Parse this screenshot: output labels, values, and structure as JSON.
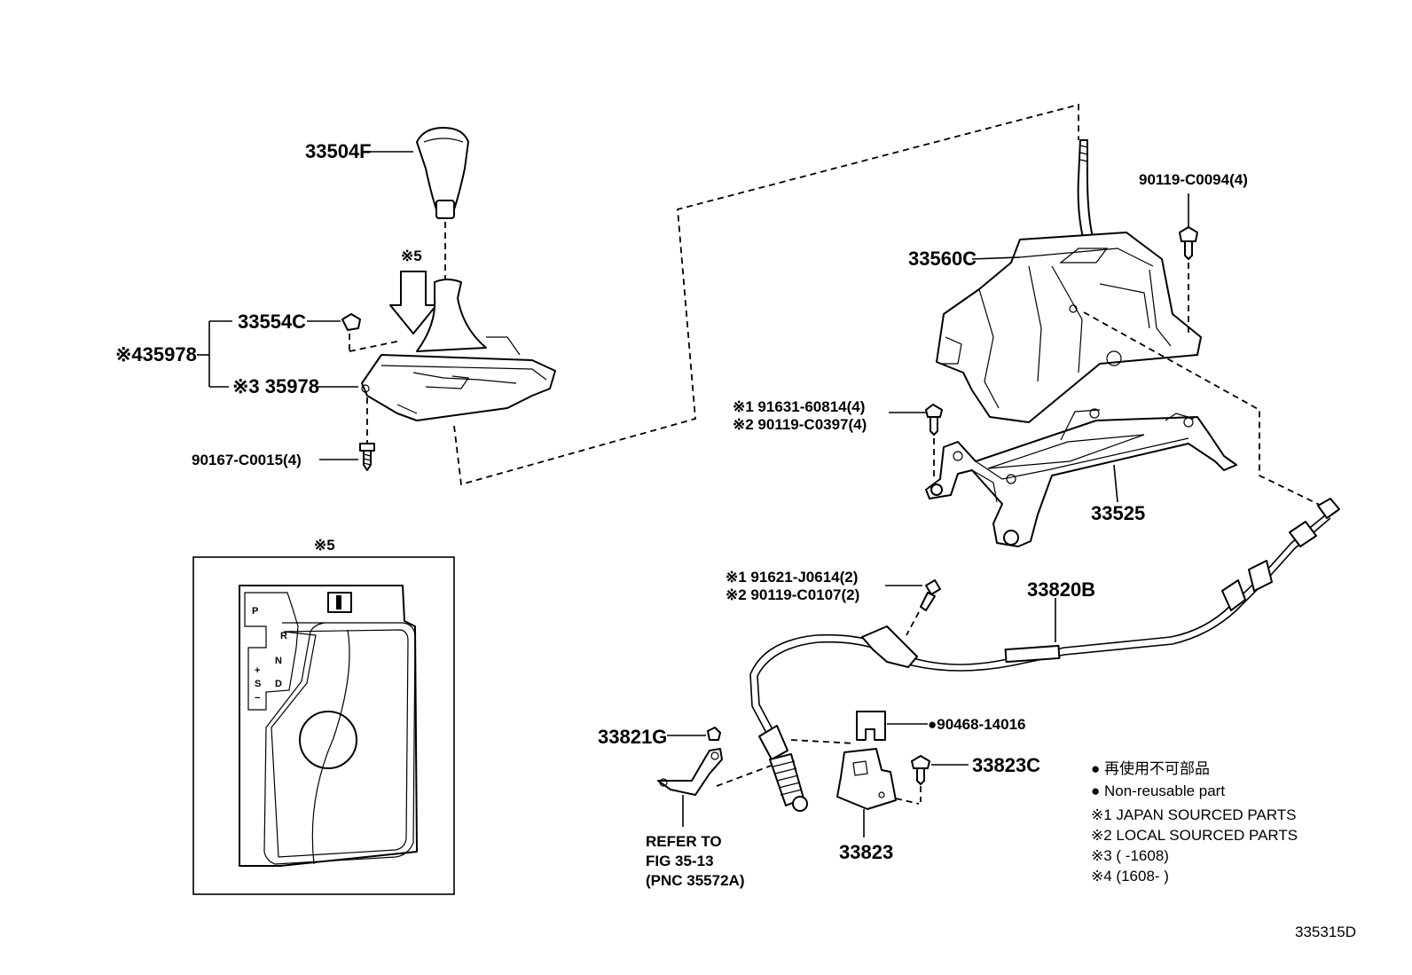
{
  "labels": {
    "knob": "33504F",
    "mark5_top": "※5",
    "p33554c": "33554C",
    "p35978_4": "※435978",
    "p35978_3": "※3 35978",
    "screw_90167": "90167-C0015(4)",
    "p33560c": "33560C",
    "bolt_90119_c0094": "90119-C0094(4)",
    "bolt_91631": "※1 91631-60814(4)",
    "bolt_90119_c0397": "※2 90119-C0397(4)",
    "p33525": "33525",
    "mark5_box": "※5",
    "bolt_91621": "※1 91621-J0614(2)",
    "bolt_90119_c0107": "※2 90119-C0107(2)",
    "p33820b": "33820B",
    "p33821g": "33821G",
    "clip_90468": "●90468-14016",
    "p33823c": "33823C",
    "p33823": "33823",
    "refer_1": "REFER TO",
    "refer_2": "FIG 35-13",
    "refer_3": "(PNC 35572A)",
    "figure_id": "335315D"
  },
  "gate_letters": {
    "p": "P",
    "r": "R",
    "n": "N",
    "d": "D",
    "plus": "+",
    "s": "S",
    "minus": "−"
  },
  "legend": {
    "nonreusable_jp": "● 再使用不可部品",
    "nonreusable_en": "● Non-reusable part",
    "note1": "※1 JAPAN SOURCED PARTS",
    "note2": "※2 LOCAL SOURCED PARTS",
    "note3": "※3 (      -1608)",
    "note4": "※4 (1608-      )"
  }
}
